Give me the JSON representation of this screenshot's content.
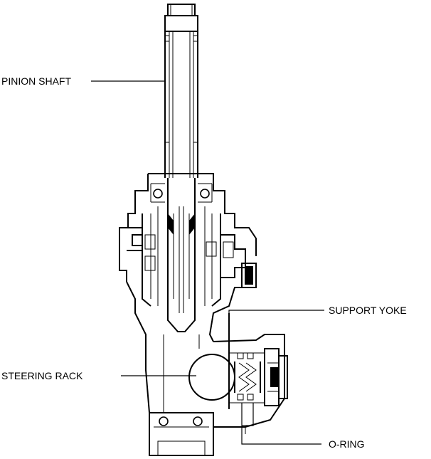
{
  "labels": {
    "pinion_shaft": "PINION SHAFT",
    "support_yoke": "SUPPORT YOKE",
    "steering_rack": "STEERING RACK",
    "o_ring": "O-RING"
  }
}
